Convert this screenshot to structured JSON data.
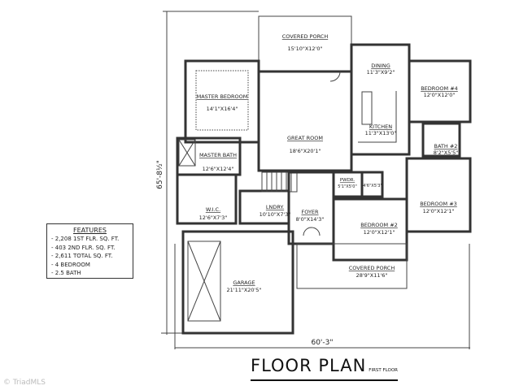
{
  "rooms": {
    "covered_porch_rear": {
      "name": "COVERED PORCH",
      "size": "15'10\"X12'0\""
    },
    "master_bedroom": {
      "name": "MASTER BEDROOM",
      "size": "14'1\"X16'4\""
    },
    "great_room": {
      "name": "GREAT ROOM",
      "size": "18'6\"X20'1\""
    },
    "dining": {
      "name": "DINING",
      "size": "11'3\"X9'2\""
    },
    "kitchen": {
      "name": "KITCHEN",
      "size": "11'3\"X13'0\""
    },
    "bedroom_4": {
      "name": "BEDROOM #4",
      "size": "12'0\"X12'0\""
    },
    "bath_2": {
      "name": "BATH #2",
      "size": "8'2\"X5'5\""
    },
    "master_bath": {
      "name": "MASTER BATH",
      "size": "12'6\"X12'4\""
    },
    "wic": {
      "name": "W.I.C.",
      "size": "12'6\"X7'3\""
    },
    "laundry": {
      "name": "LNDRY.",
      "size": "10'10\"X7'3\""
    },
    "foyer": {
      "name": "FOYER",
      "size": "8'0\"X14'3\""
    },
    "powder": {
      "name": "PWDR.",
      "size": "5'1\"X5'0\""
    },
    "closet_small": {
      "size": "4'6\"X5'3\""
    },
    "bedroom_2": {
      "name": "BEDROOM #2",
      "size": "12'0\"X12'1\""
    },
    "bedroom_3": {
      "name": "BEDROOM #3",
      "size": "12'0\"X12'1\""
    },
    "garage": {
      "name": "GARAGE",
      "size": "21'11\"X20'5\""
    },
    "covered_porch_front": {
      "name": "COVERED PORCH",
      "size": "28'9\"X11'6\""
    }
  },
  "dimensions": {
    "depth": "65'-8½\"",
    "width": "60'-3\""
  },
  "features": {
    "title": "FEATURES",
    "items": [
      "- 2,208 1ST FLR. SQ. FT.",
      "- 403 2ND FLR. SQ. FT.",
      "- 2,611 TOTAL SQ. FT.",
      "- 4 BEDROOM",
      "- 2.5 BATH"
    ]
  },
  "title": {
    "main": "FLOOR PLAN",
    "sub": "FIRST FLOOR"
  },
  "watermark": "© TriadMLS"
}
